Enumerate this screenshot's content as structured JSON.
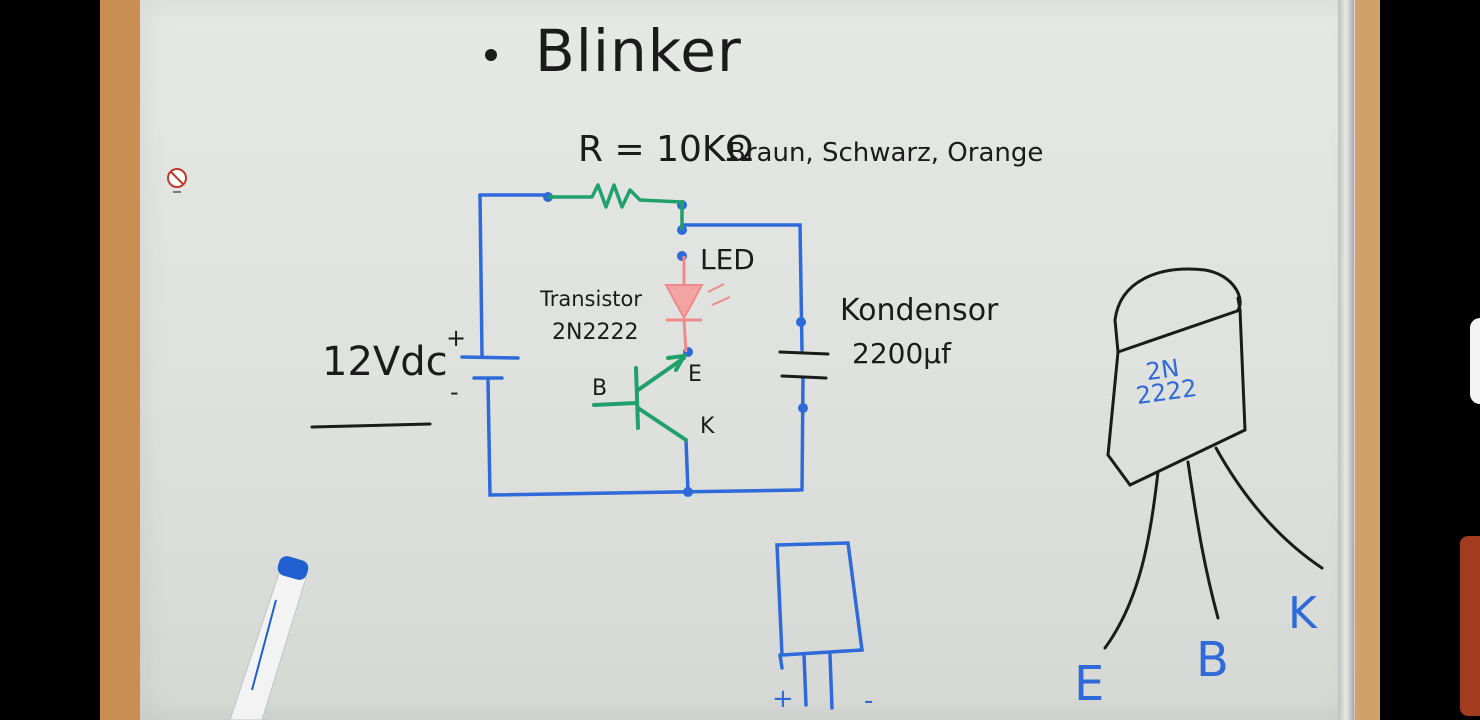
{
  "board": {
    "title": "Blinker",
    "resistor_label": "R = 10KΩ",
    "resistor_colors": "Braun, Schwarz, Orange",
    "led_label": "LED",
    "transistor_label_1": "Transistor",
    "transistor_label_2": "2N2222",
    "capacitor_label_1": "Kondensor",
    "capacitor_label_2": "2200μf",
    "voltage_label": "12Vdc",
    "plus_sign": "+",
    "minus_sign": "-",
    "base_label": "B",
    "emitter_label": "E",
    "collector_label": "K",
    "package_text_1": "2N",
    "package_text_2": "2222",
    "pin_e": "E",
    "pin_b": "B",
    "pin_k": "K",
    "cap_plus": "+",
    "cap_minus": "-"
  },
  "colors": {
    "wire_blue": "#2e6ad9",
    "resistor_green": "#22a06b",
    "led_red": "#f08a8a",
    "ink_black": "#1b1b1b",
    "board_white": "#e4e6e4"
  }
}
